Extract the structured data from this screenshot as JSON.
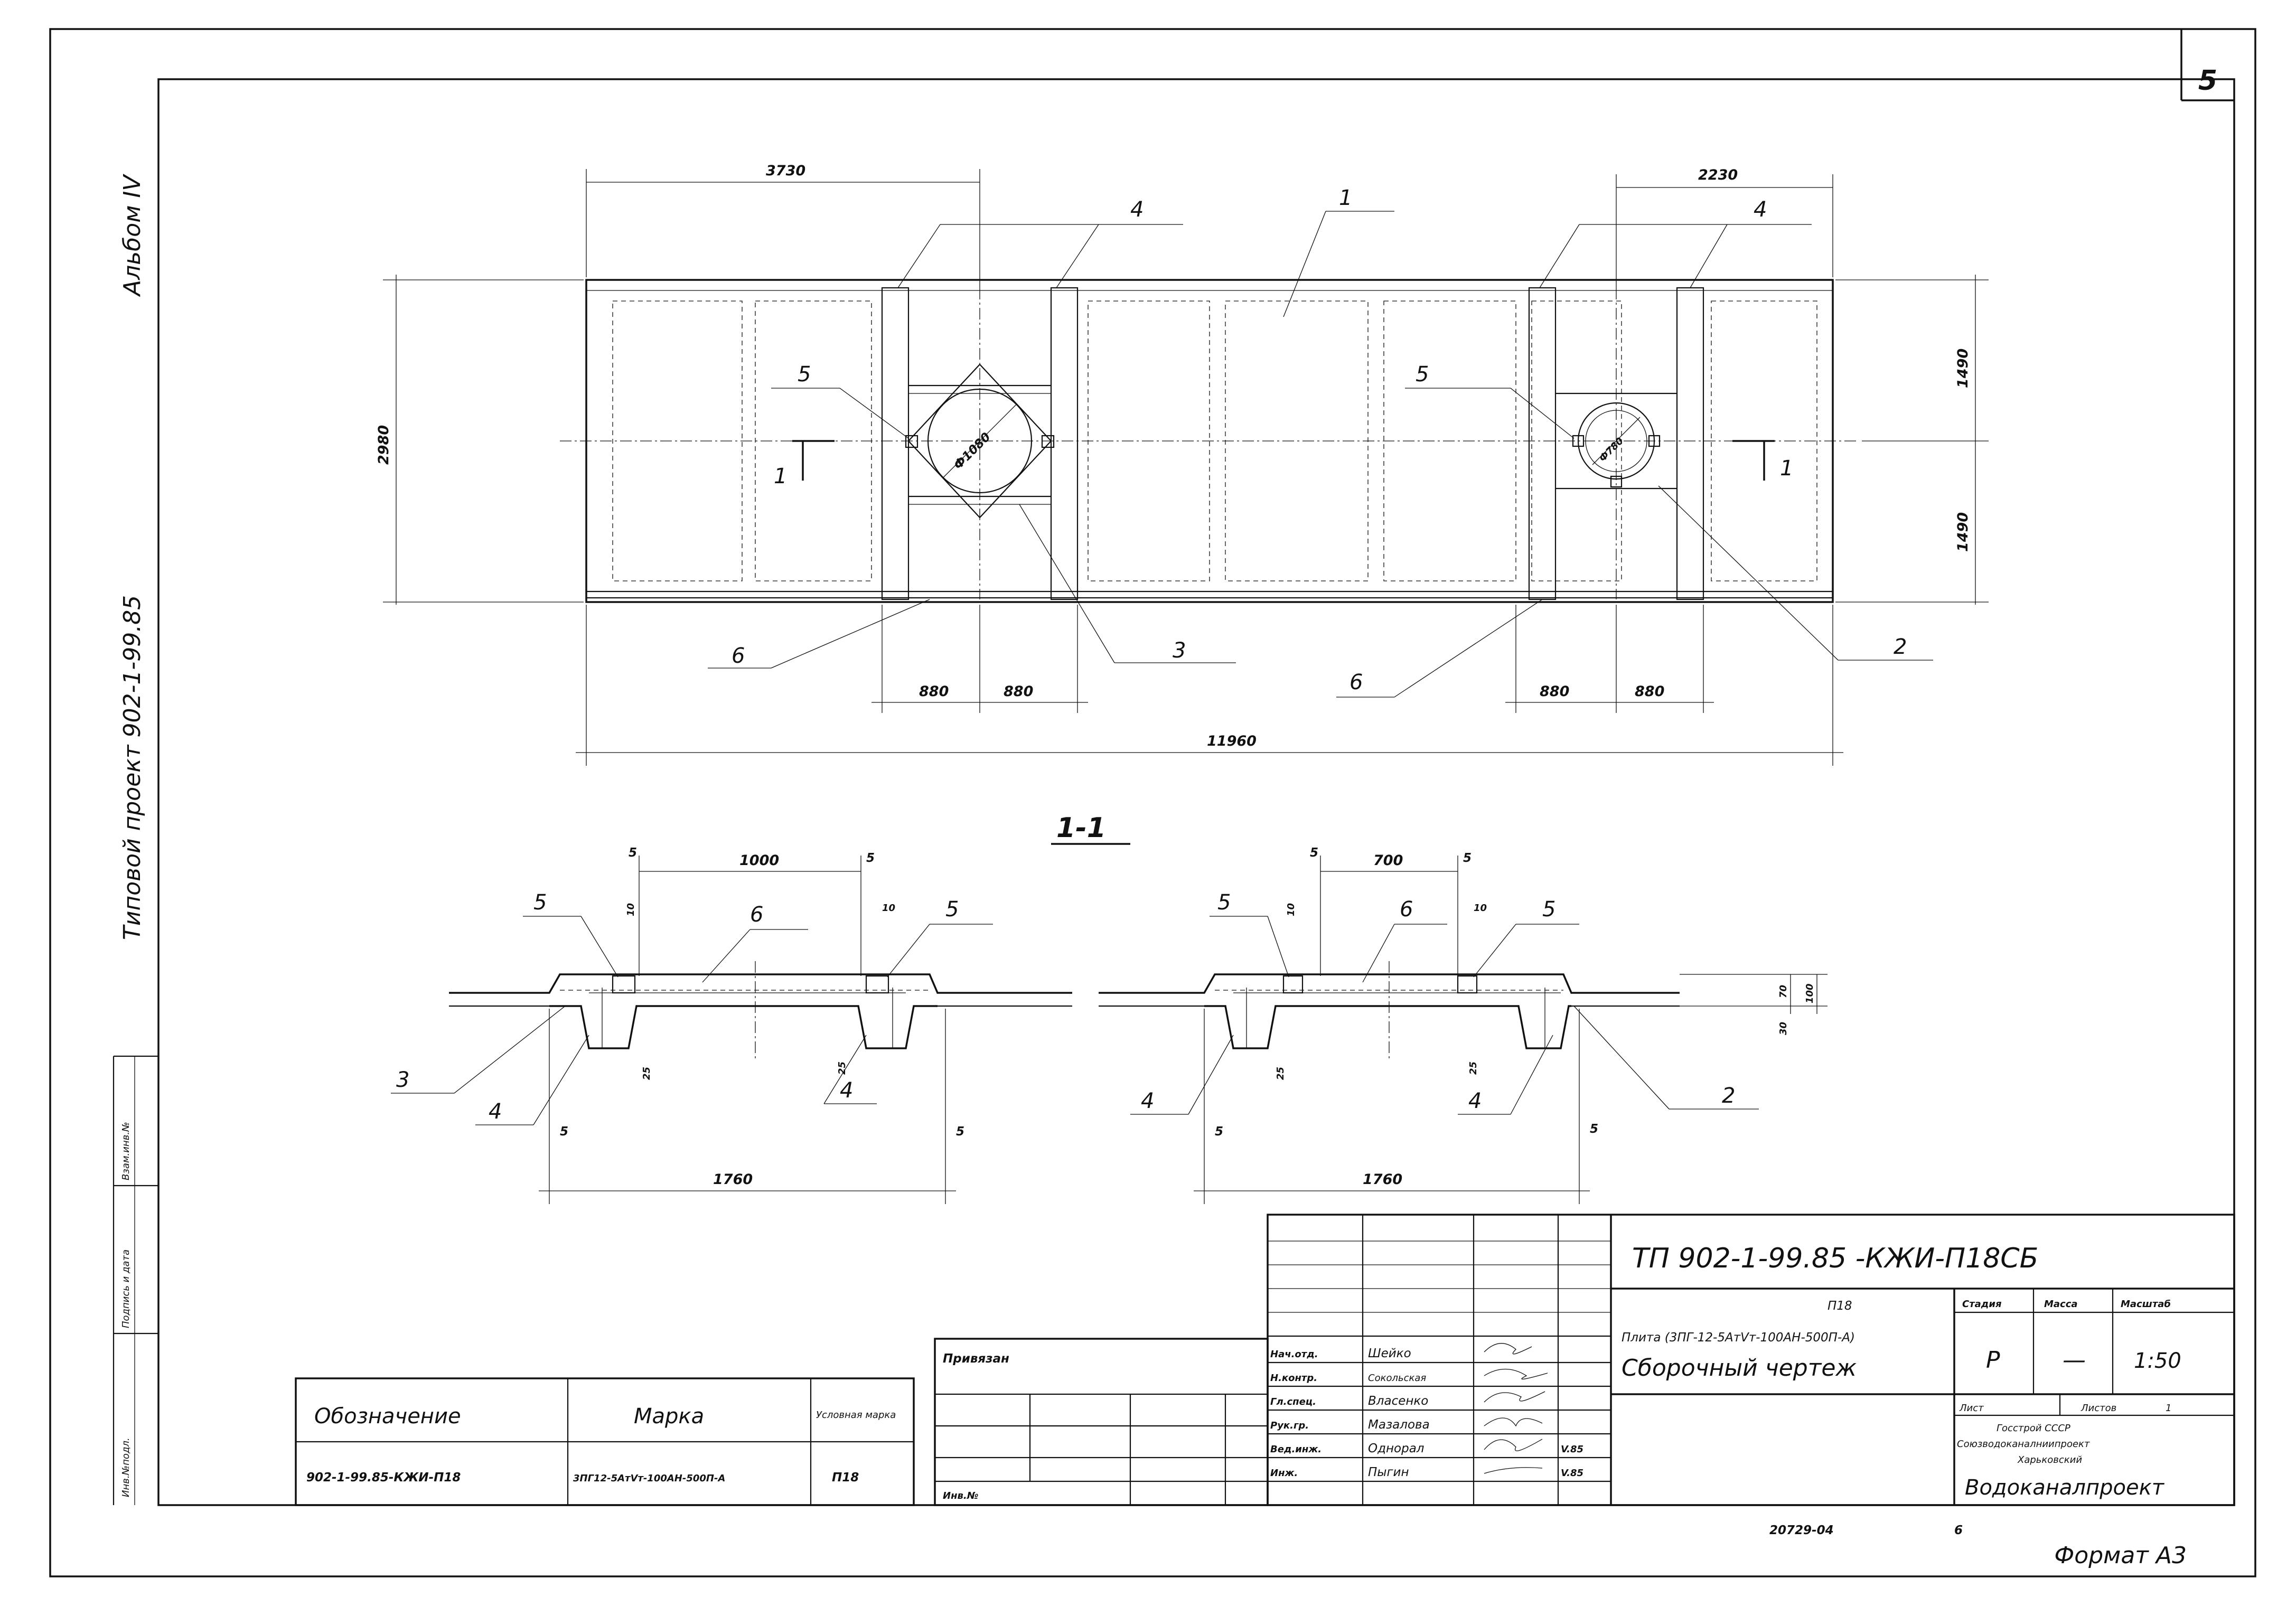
{
  "sheet": {
    "number": "5",
    "format": "Формат А3",
    "archive_code": "20729-04",
    "archive_suffix": "6"
  },
  "margin_left": {
    "album": "Альбом IV",
    "project": "Типовой проект 902-1-99.85",
    "stamps": [
      "Инв.№подл.",
      "Подпись и дата",
      "Взам.инв.№"
    ]
  },
  "plan": {
    "dims": {
      "top_left": "3730",
      "top_right": "2230",
      "overall_height": "2980",
      "half_top": "1490",
      "half_bottom": "1490",
      "bottom_l1": "880",
      "bottom_l2": "880",
      "bottom_r1": "880",
      "bottom_r2": "880",
      "overall_length": "11960",
      "dia_left": "Ф1080",
      "dia_right": "Ф780"
    },
    "callouts": {
      "c1": "1",
      "c4a": "4",
      "c4b": "4",
      "c5a": "5",
      "c5b": "5",
      "c6a": "6",
      "c6b": "6",
      "c3": "3",
      "c2": "2"
    },
    "cut_left": "1",
    "cut_right": "1"
  },
  "section": {
    "title": "1-1",
    "left": {
      "d_top": "1000",
      "d_5a": "5",
      "d_5b": "5",
      "d_10a": "10",
      "d_10b": "10",
      "d_25a": "25",
      "d_25b": "25",
      "d_5c": "5",
      "d_5d": "5",
      "d_bottom": "1760",
      "c5a": "5",
      "c6": "6",
      "c5b": "5",
      "c3": "3",
      "c4a": "4",
      "c4b": "4"
    },
    "right": {
      "d_top": "700",
      "d_5a": "5",
      "d_5b": "5",
      "d_10a": "10",
      "d_10b": "10",
      "d_25a": "25",
      "d_25b": "25",
      "d_5c": "5",
      "d_5d": "5",
      "d_70": "70",
      "d_100": "100",
      "d_30": "30",
      "d_bottom": "1760",
      "c5a": "5",
      "c6": "6",
      "c5b": "5",
      "c4a": "4",
      "c4b": "4",
      "c2": "2"
    }
  },
  "mark_table": {
    "headers": [
      "Обозначение",
      "Марка",
      "Условная марка"
    ],
    "row": [
      "902-1-99.85-КЖИ-П18",
      "3ПГ12-5АтVт-100АН-500П-А",
      "П18"
    ]
  },
  "binding": {
    "label": "Привязан",
    "inv": "Инв.№"
  },
  "title_block": {
    "code": "ТП 902-1-99.85 -КЖИ-П18СБ",
    "name_line1": "Плита (3ПГ-12-5АтVт-100АН-500П-А)",
    "name_mark": "П18",
    "name_line2": "Сборочный чертеж",
    "roles": [
      "Нач.отд.",
      "Н.контр.",
      "Гл.спец.",
      "Рук.гр.",
      "Вед.инж.",
      "Инж."
    ],
    "names": [
      "Шейко",
      "Сокольская",
      "Власенко",
      "Мазалова",
      "Однорал",
      "Пыгин"
    ],
    "dates": [
      "",
      "",
      "",
      "",
      "V.85",
      "V.85"
    ],
    "stage_h": "Стадия",
    "mass_h": "Масса",
    "scale_h": "Масштаб",
    "stage": "Р",
    "mass": "—",
    "scale": "1:50",
    "sheet_h": "Лист",
    "sheets_h": "Листов",
    "sheets": "1",
    "org1": "Госстрой СССР",
    "org2": "Союзводоканалниипроект",
    "org3": "Харьковский",
    "org4": "Водоканалпроект"
  }
}
